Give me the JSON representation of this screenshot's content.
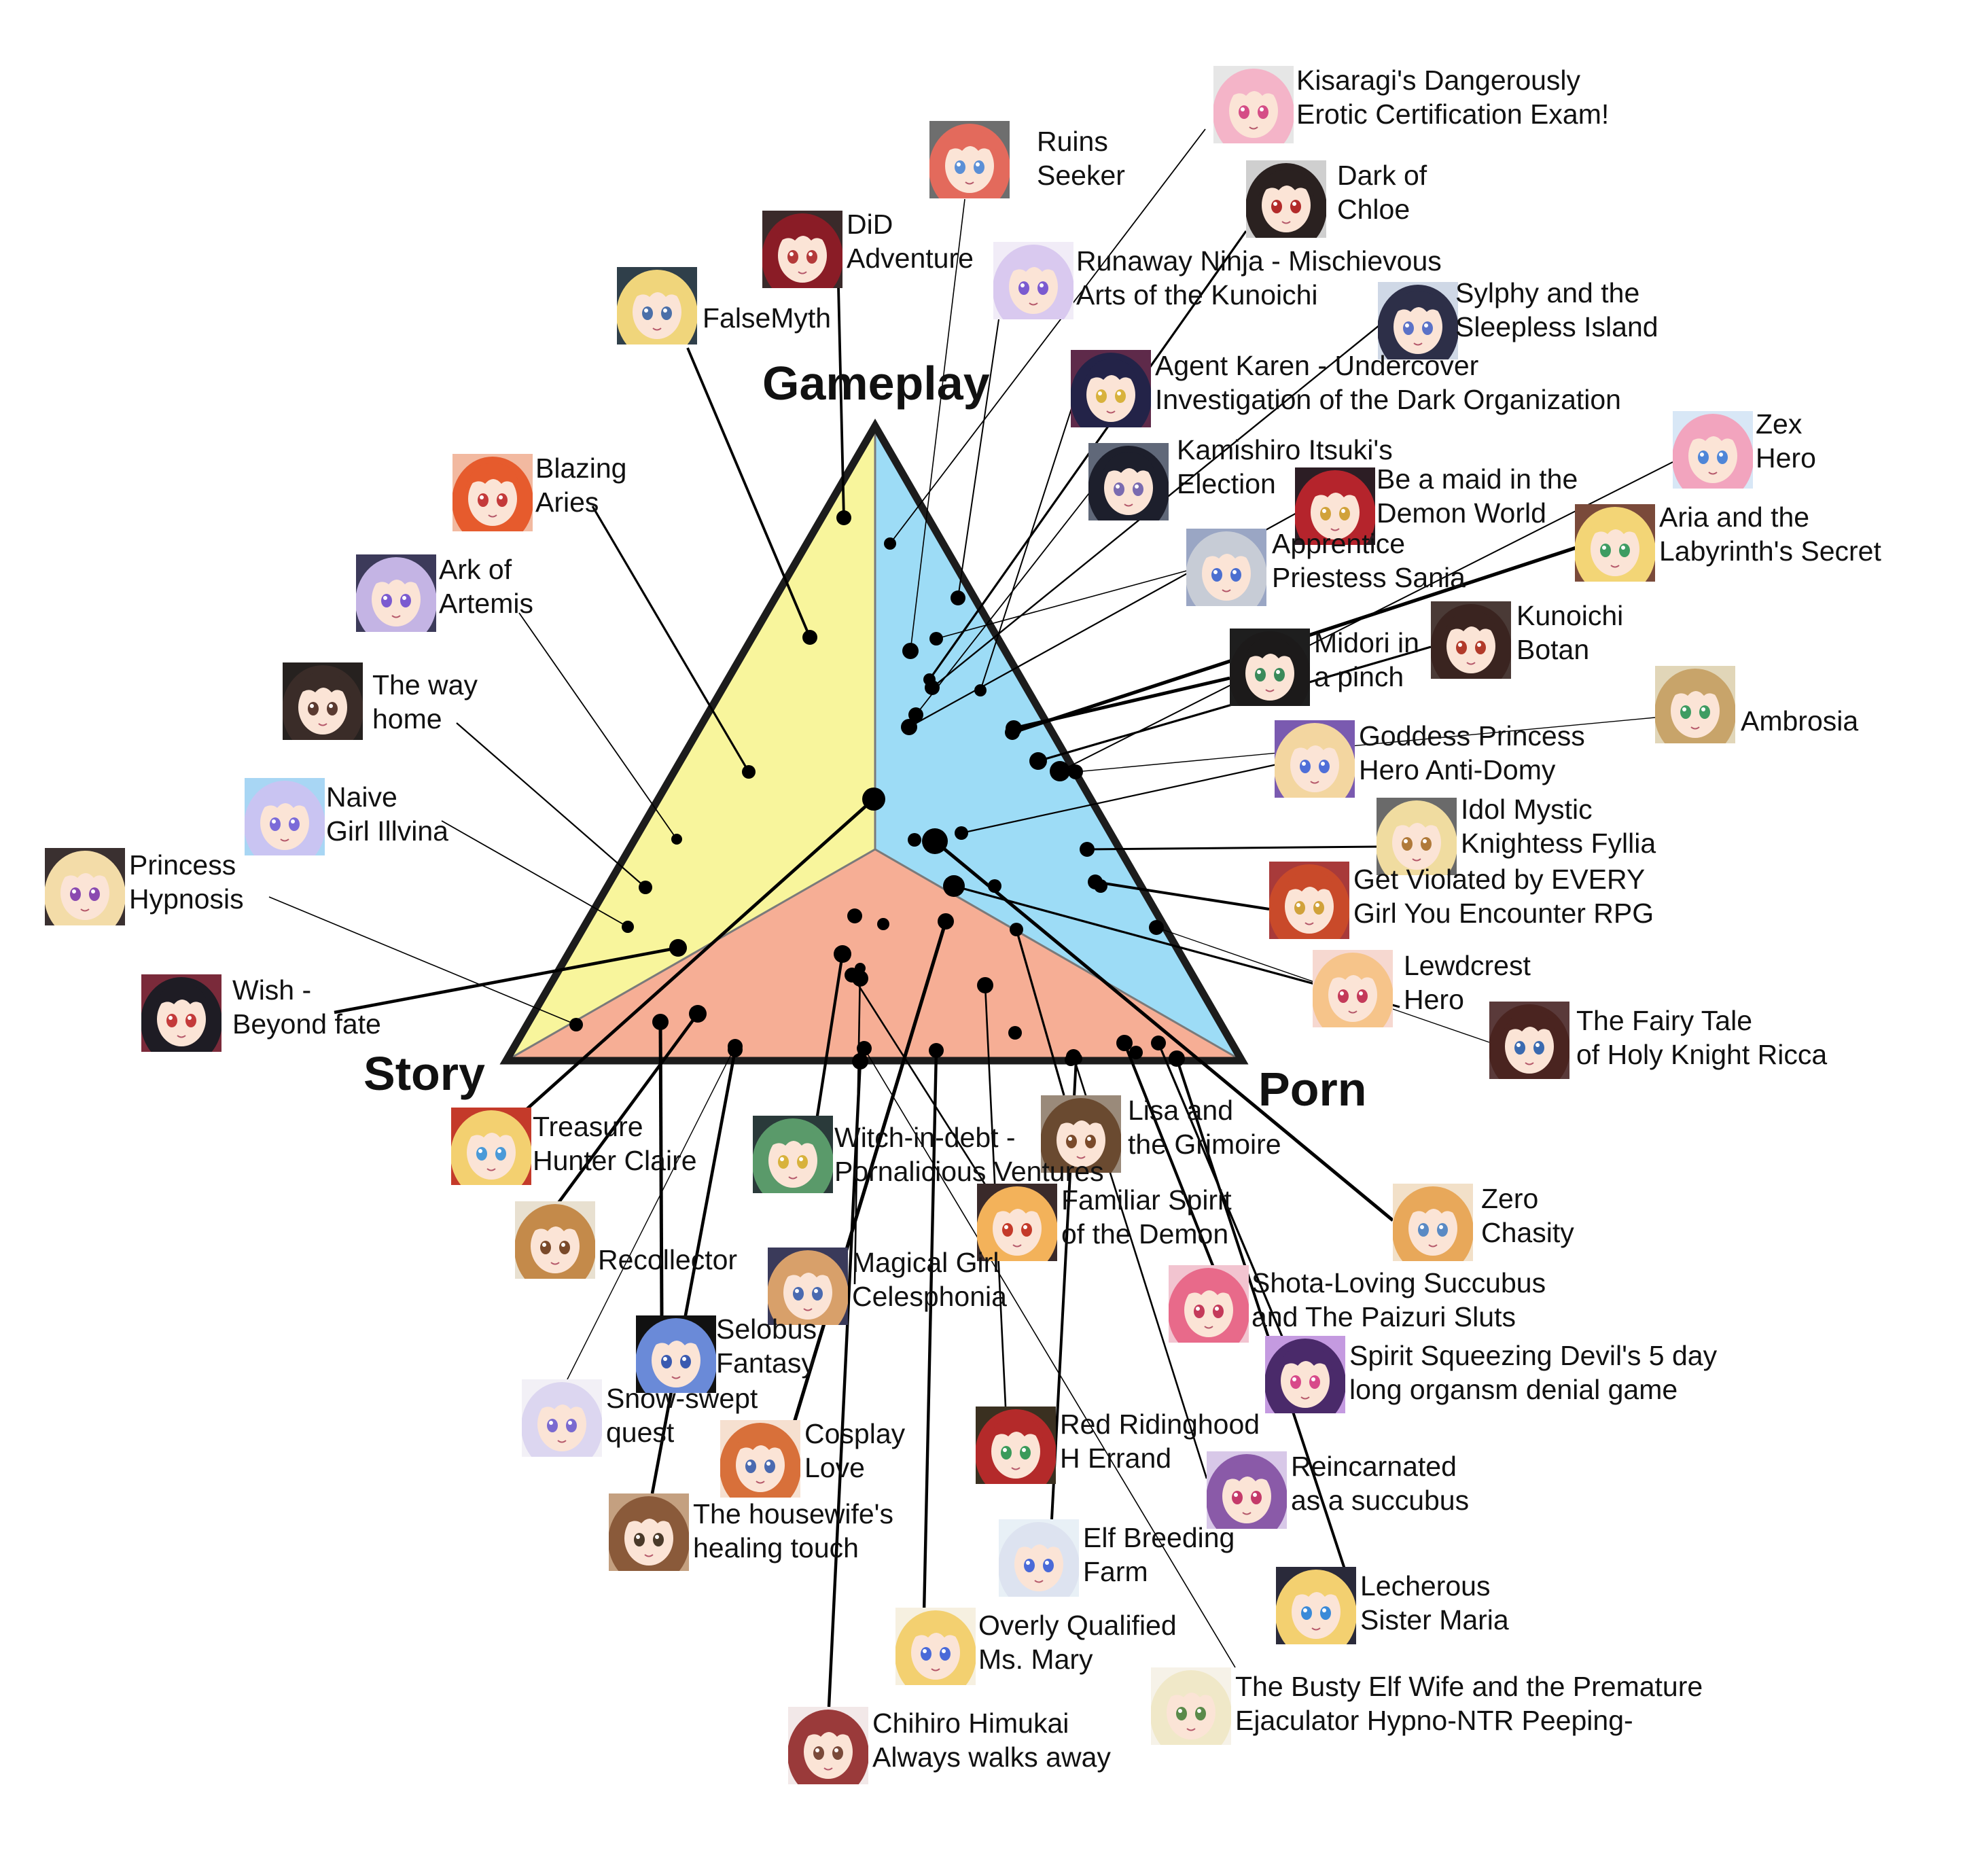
{
  "corners": {
    "top": "Gameplay",
    "left": "Story",
    "right": "Porn"
  },
  "colors": {
    "story_region": "#f8f59c",
    "gameplay_region": "#9ddcf6",
    "porn_region": "#f6ae95",
    "outline": "#1c1c1c",
    "ink": "#000000"
  },
  "games": [
    {
      "id": "kisaragi",
      "title": [
        "Kisaragi's Dangerously",
        "Erotic Certification Exam!"
      ],
      "portrait": {
        "hair": "#f4b4c8",
        "eye": "#d54d86",
        "bg": "#e6e6e6"
      }
    },
    {
      "id": "ruins-seeker",
      "title": [
        "Ruins",
        "Seeker"
      ],
      "portrait": {
        "hair": "#e36a5c",
        "eye": "#5b8fd6",
        "bg": "#6e6e6e"
      }
    },
    {
      "id": "dark-of-chloe",
      "title": [
        "Dark of",
        "Chloe"
      ],
      "portrait": {
        "hair": "#2a2120",
        "eye": "#b22a2a",
        "bg": "#cfcfcf"
      }
    },
    {
      "id": "did-adventure",
      "title": [
        "DiD",
        "Adventure"
      ],
      "portrait": {
        "hair": "#8a1c26",
        "eye": "#b43a3a",
        "bg": "#3a2a2a"
      }
    },
    {
      "id": "runaway-ninja",
      "title": [
        "Runaway Ninja - Mischievous",
        "Arts of the Kunoichi"
      ],
      "portrait": {
        "hair": "#d9c9ef",
        "eye": "#7b5bd0",
        "bg": "#f1ecf7"
      }
    },
    {
      "id": "falsemyth",
      "title": [
        "FalseMyth"
      ],
      "portrait": {
        "hair": "#f0d57b",
        "eye": "#4b6fa8",
        "bg": "#2f3f4a"
      }
    },
    {
      "id": "sylphy",
      "title": [
        "Sylphy and the",
        "Sleepless Island"
      ],
      "portrait": {
        "hair": "#2d2f48",
        "eye": "#5b72c7",
        "bg": "#cfd8e6"
      }
    },
    {
      "id": "agent-karen",
      "title": [
        "Agent Karen - Undercover",
        "Investigation of the Dark Organization"
      ],
      "portrait": {
        "hair": "#232348",
        "eye": "#d8b23c",
        "bg": "#5e2a4a"
      }
    },
    {
      "id": "zex-hero",
      "title": [
        "Zex",
        "Hero"
      ],
      "portrait": {
        "hair": "#f2a4be",
        "eye": "#4f86d8",
        "bg": "#d8e7f6"
      }
    },
    {
      "id": "kamishiro",
      "title": [
        "Kamishiro Itsuki's",
        "Election"
      ],
      "portrait": {
        "hair": "#1d1f2c",
        "eye": "#7a6bb0",
        "bg": "#606879"
      }
    },
    {
      "id": "maid-demon-world",
      "title": [
        "Be a maid in the",
        "Demon World"
      ],
      "portrait": {
        "hair": "#b5242c",
        "eye": "#d1a23a",
        "bg": "#2c1d24"
      }
    },
    {
      "id": "aria",
      "title": [
        "Aria and the",
        "Labyrinth's Secret"
      ],
      "portrait": {
        "hair": "#f3d576",
        "eye": "#3e9c62",
        "bg": "#7a4a3a"
      }
    },
    {
      "id": "blazing-aries",
      "title": [
        "Blazing",
        "Aries"
      ],
      "portrait": {
        "hair": "#e65b2d",
        "eye": "#c43a3a",
        "bg": "#f2b9a0"
      }
    },
    {
      "id": "apprentice-sania",
      "title": [
        "Apprentice",
        "Priestess Sania"
      ],
      "portrait": {
        "hair": "#c7ccd6",
        "eye": "#4b6fd0",
        "bg": "#9aa6c4"
      }
    },
    {
      "id": "ark-of-artemis",
      "title": [
        "Ark of",
        "Artemis"
      ],
      "portrait": {
        "hair": "#c4b4e4",
        "eye": "#7b5bd0",
        "bg": "#3c3a5a"
      }
    },
    {
      "id": "kunoichi-botan",
      "title": [
        "Kunoichi",
        "Botan"
      ],
      "portrait": {
        "hair": "#3a2420",
        "eye": "#b23a2a",
        "bg": "#4a3a36"
      }
    },
    {
      "id": "midori",
      "title": [
        "Midori in",
        "a pinch"
      ],
      "portrait": {
        "hair": "#1c1a1a",
        "eye": "#3a8a5a",
        "bg": "#1e1e1e"
      }
    },
    {
      "id": "the-way-home",
      "title": [
        "The way",
        "home"
      ],
      "portrait": {
        "hair": "#3a2c28",
        "eye": "#5a3a30",
        "bg": "#26211f"
      }
    },
    {
      "id": "ambrosia",
      "title": [
        "Ambrosia"
      ],
      "portrait": {
        "hair": "#c8a46a",
        "eye": "#3e9c62",
        "bg": "#e1d6b8"
      }
    },
    {
      "id": "goddess-princess",
      "title": [
        "Goddess Princess",
        "Hero Anti-Domy"
      ],
      "portrait": {
        "hair": "#f3d6a0",
        "eye": "#4f6fd8",
        "bg": "#7a5ab0"
      }
    },
    {
      "id": "naive-illvina",
      "title": [
        "Naive",
        "Girl Illvina"
      ],
      "portrait": {
        "hair": "#c9c4f2",
        "eye": "#7b6bd8",
        "bg": "#a8d6f4"
      }
    },
    {
      "id": "idol-fyllia",
      "title": [
        "Idol Mystic",
        "Knightess Fyllia"
      ],
      "portrait": {
        "hair": "#f0dca0",
        "eye": "#b07a3a",
        "bg": "#6a6a6a"
      }
    },
    {
      "id": "princess-hypnosis",
      "title": [
        "Princess",
        "Hypnosis"
      ],
      "portrait": {
        "hair": "#f3dca8",
        "eye": "#8a4ab0",
        "bg": "#3a3030"
      }
    },
    {
      "id": "get-violated",
      "title": [
        "Get Violated by EVERY",
        "Girl You Encounter RPG"
      ],
      "portrait": {
        "hair": "#c94a2a",
        "eye": "#d1a23a",
        "bg": "#a83a3a"
      }
    },
    {
      "id": "lewdcrest",
      "title": [
        "Lewdcrest",
        "Hero"
      ],
      "portrait": {
        "hair": "#f6c48a",
        "eye": "#c43a5a",
        "bg": "#f6d8d0"
      }
    },
    {
      "id": "wish",
      "title": [
        "Wish -",
        "Beyond fate"
      ],
      "portrait": {
        "hair": "#1e1c24",
        "eye": "#c43a3a",
        "bg": "#7a2a3a"
      }
    },
    {
      "id": "fairy-tale-ricca",
      "title": [
        "The Fairy Tale",
        "of Holy Knight Ricca"
      ],
      "portrait": {
        "hair": "#4a2420",
        "eye": "#3a6ab0",
        "bg": "#5a3a3a"
      }
    },
    {
      "id": "lisa",
      "title": [
        "Lisa and",
        "the Grimoire"
      ],
      "portrait": {
        "hair": "#6a4a30",
        "eye": "#7a4a2a",
        "bg": "#9a8a7a"
      }
    },
    {
      "id": "treasure-claire",
      "title": [
        "Treasure",
        "Hunter Claire"
      ],
      "portrait": {
        "hair": "#f3d070",
        "eye": "#4a9ad8",
        "bg": "#c43a2a"
      }
    },
    {
      "id": "witch-in-debt",
      "title": [
        "Witch-in-debt -",
        "Pornalicious Ventures"
      ],
      "portrait": {
        "hair": "#5a9a6a",
        "eye": "#d8b23c",
        "bg": "#2a3a3a"
      }
    },
    {
      "id": "familiar-spirit",
      "title": [
        "Familiar Spirit",
        "of the Demon"
      ],
      "portrait": {
        "hair": "#f3b25a",
        "eye": "#c43a2a",
        "bg": "#3a2a2a"
      }
    },
    {
      "id": "zero-chasity",
      "title": [
        "Zero",
        "Chasity"
      ],
      "portrait": {
        "hair": "#e8a85a",
        "eye": "#5a8ac4",
        "bg": "#f2e0c8"
      }
    },
    {
      "id": "recollector",
      "title": [
        "Recollector"
      ],
      "portrait": {
        "hair": "#c48a4a",
        "eye": "#7a4a2a",
        "bg": "#e8e0d0"
      }
    },
    {
      "id": "magical-celesphonia",
      "title": [
        "Magical Girl",
        "Celesphonia"
      ],
      "portrait": {
        "hair": "#d8a06a",
        "eye": "#4a6ab0",
        "bg": "#3a3a5a"
      }
    },
    {
      "id": "shota-succubus",
      "title": [
        "Shota-Loving Succubus",
        "and The Paizuri Sluts"
      ],
      "portrait": {
        "hair": "#e86a8a",
        "eye": "#c43a5a",
        "bg": "#f2c4d0"
      }
    },
    {
      "id": "selobus",
      "title": [
        "Selobus",
        "Fantasy"
      ],
      "portrait": {
        "hair": "#6a8ad8",
        "eye": "#3a5ab0",
        "bg": "#111111"
      }
    },
    {
      "id": "spirit-squeezing",
      "title": [
        "Spirit Squeezing Devil's 5 day",
        "long organsm denial game"
      ],
      "portrait": {
        "hair": "#4a2a6a",
        "eye": "#d84a8a",
        "bg": "#c49ae0"
      }
    },
    {
      "id": "snow-swept",
      "title": [
        "Snow-swept",
        "quest"
      ],
      "portrait": {
        "hair": "#dcd6f0",
        "eye": "#7a6ad0",
        "bg": "#f2f0f6"
      }
    },
    {
      "id": "cosplay-love",
      "title": [
        "Cosplay",
        "Love"
      ],
      "portrait": {
        "hair": "#d8703a",
        "eye": "#4a6ab0",
        "bg": "#f6e0d0"
      }
    },
    {
      "id": "red-ridinghood",
      "title": [
        "Red Ridinghood",
        "H Errand"
      ],
      "portrait": {
        "hair": "#b42a2a",
        "eye": "#3a9a5a",
        "bg": "#3a3020"
      }
    },
    {
      "id": "reincarnated-succubus",
      "title": [
        "Reincarnated",
        "as a succubus"
      ],
      "portrait": {
        "hair": "#8a5aa8",
        "eye": "#c43a6a",
        "bg": "#d8c8e8"
      }
    },
    {
      "id": "housewife",
      "title": [
        "The housewife's",
        "healing touch"
      ],
      "portrait": {
        "hair": "#8a5a3a",
        "eye": "#4a3a2a",
        "bg": "#c4a080"
      }
    },
    {
      "id": "elf-breeding",
      "title": [
        "Elf Breeding",
        "Farm"
      ],
      "portrait": {
        "hair": "#dde3f0",
        "eye": "#4a6ad8",
        "bg": "#e8f0f6"
      }
    },
    {
      "id": "lecherous-maria",
      "title": [
        "Lecherous",
        "Sister Maria"
      ],
      "portrait": {
        "hair": "#f3d070",
        "eye": "#3a8ad8",
        "bg": "#2a2a3a"
      }
    },
    {
      "id": "overly-mary",
      "title": [
        "Overly Qualified",
        "Ms. Mary"
      ],
      "portrait": {
        "hair": "#f3d070",
        "eye": "#4a6ad8",
        "bg": "#f6f0e0"
      }
    },
    {
      "id": "busty-elf-wife",
      "title": [
        "The Busty Elf Wife and the Premature",
        "Ejaculator Hypno-NTR Peeping-"
      ],
      "portrait": {
        "hair": "#f0e8c8",
        "eye": "#5a8a4a",
        "bg": "#f6f2e8"
      }
    },
    {
      "id": "chihiro",
      "title": [
        "Chihiro Himukai",
        "Always walks away"
      ],
      "portrait": {
        "hair": "#9a3a3a",
        "eye": "#7a4a3a",
        "bg": "#f2e8e8"
      }
    }
  ]
}
